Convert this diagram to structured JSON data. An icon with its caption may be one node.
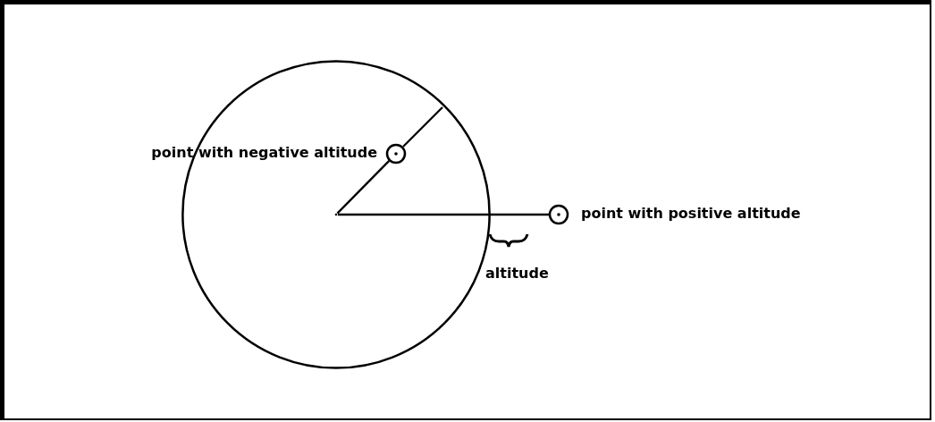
{
  "diagram": {
    "nodes": [
      {
        "text": [],
        "shape": "circle"
      },
      {
        "text": [],
        "shape": "circle",
        "in": 0
      },
      {
        "text": [],
        "shape": "point",
        "in": 0
      },
      {
        "text": [],
        "shape": "circle",
        "beside": [
          "point with positive altitude"
        ]
      }
    ],
    "edges": [
      {
        "from": 2,
        "to": 1,
        "arrow": "none"
      },
      {
        "from": 2,
        "to": 3,
        "arrow": "none"
      }
    ],
    "labels": [
      "point with negative altitude",
      "altitude"
    ]
  }
}
